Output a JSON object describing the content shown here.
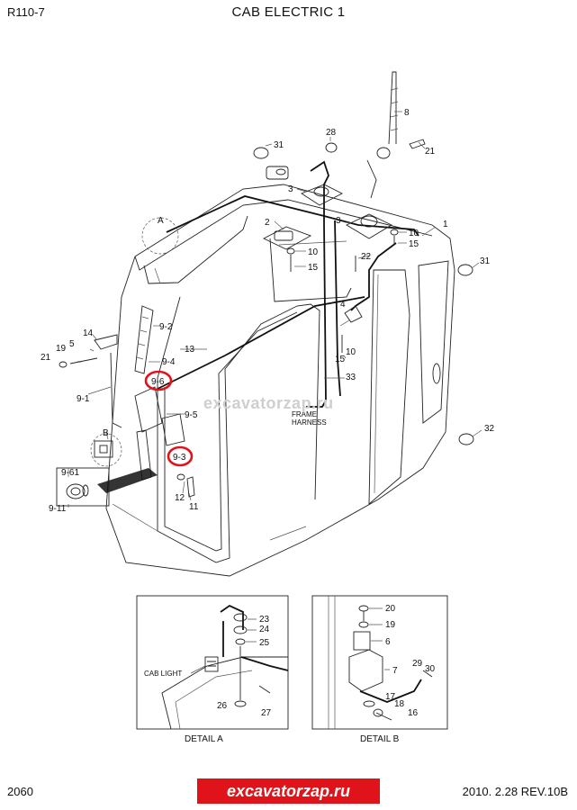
{
  "header": {
    "model": "R110-7",
    "title": "CAB ELECTRIC 1"
  },
  "footer": {
    "page": "2060",
    "date_rev": "2010. 2.28  REV.10B",
    "brand": "excavatorzap.ru"
  },
  "watermark": "excavatorzap.ru",
  "annotations": {
    "frame_harness_1": "FRAME",
    "frame_harness_2": "HARNESS"
  },
  "callouts": {
    "a_main": "A",
    "b_main": "B",
    "p1": "1",
    "p2": "2",
    "p3a": "3",
    "p3b": "3",
    "p4": "4",
    "p8": "8",
    "p10a": "10",
    "p10b": "10",
    "p10c": "10",
    "p11": "11",
    "p12": "12",
    "p13": "13",
    "p14": "14",
    "p15a": "15",
    "p15b": "15",
    "p15c": "15",
    "p5": "5",
    "p19": "19",
    "p21a": "21",
    "p21b": "21",
    "p22": "22",
    "p28": "28",
    "p31a": "31",
    "p31b": "31",
    "p32": "32",
    "p33": "33",
    "p9_1": "9-1",
    "p9_2": "9-2",
    "p9_3": "9-3",
    "p9_4": "9-4",
    "p9_5": "9-5",
    "p9_6": "9-6",
    "p9_61": "9-61",
    "p9_11": "9-11"
  },
  "detail_a": {
    "title": "DETAIL A",
    "cab_light": "CAB LIGHT",
    "parts": {
      "p23": "23",
      "p24": "24",
      "p25": "25",
      "p26": "26",
      "p27": "27"
    }
  },
  "detail_b": {
    "title": "DETAIL B",
    "parts": {
      "p20": "20",
      "p19": "19",
      "p6": "6",
      "p7": "7",
      "p29": "29",
      "p30": "30",
      "p17": "17",
      "p18": "18",
      "p16": "16"
    }
  },
  "highlight_color": "#e1131a"
}
